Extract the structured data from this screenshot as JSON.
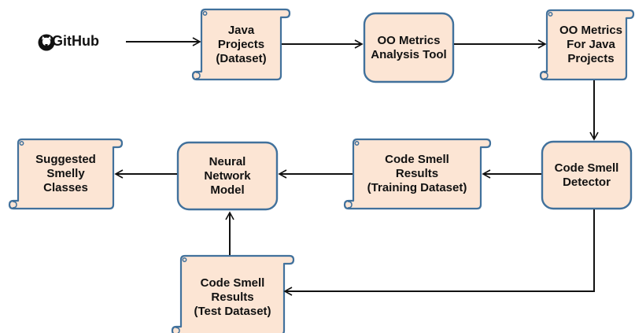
{
  "source": {
    "label": "GitHub",
    "icon": "github-octocat-icon"
  },
  "nodes": {
    "java_projects": "Java\nProjects\n(Dataset)",
    "oo_tool": "OO Metrics\nAnalysis Tool",
    "oo_metrics": "OO Metrics\nFor Java\nProjects",
    "detector": "Code Smell\nDetector",
    "training_results": "Code Smell\nResults\n(Training Dataset)",
    "nn_model": "Neural\nNetwork\nModel",
    "suggested": "Suggested\nSmelly\nClasses",
    "test_results": "Code Smell\nResults\n(Test Dataset)"
  },
  "colors": {
    "fill": "#FCE5D4",
    "stroke": "#41719C",
    "arrow": "#111111"
  }
}
